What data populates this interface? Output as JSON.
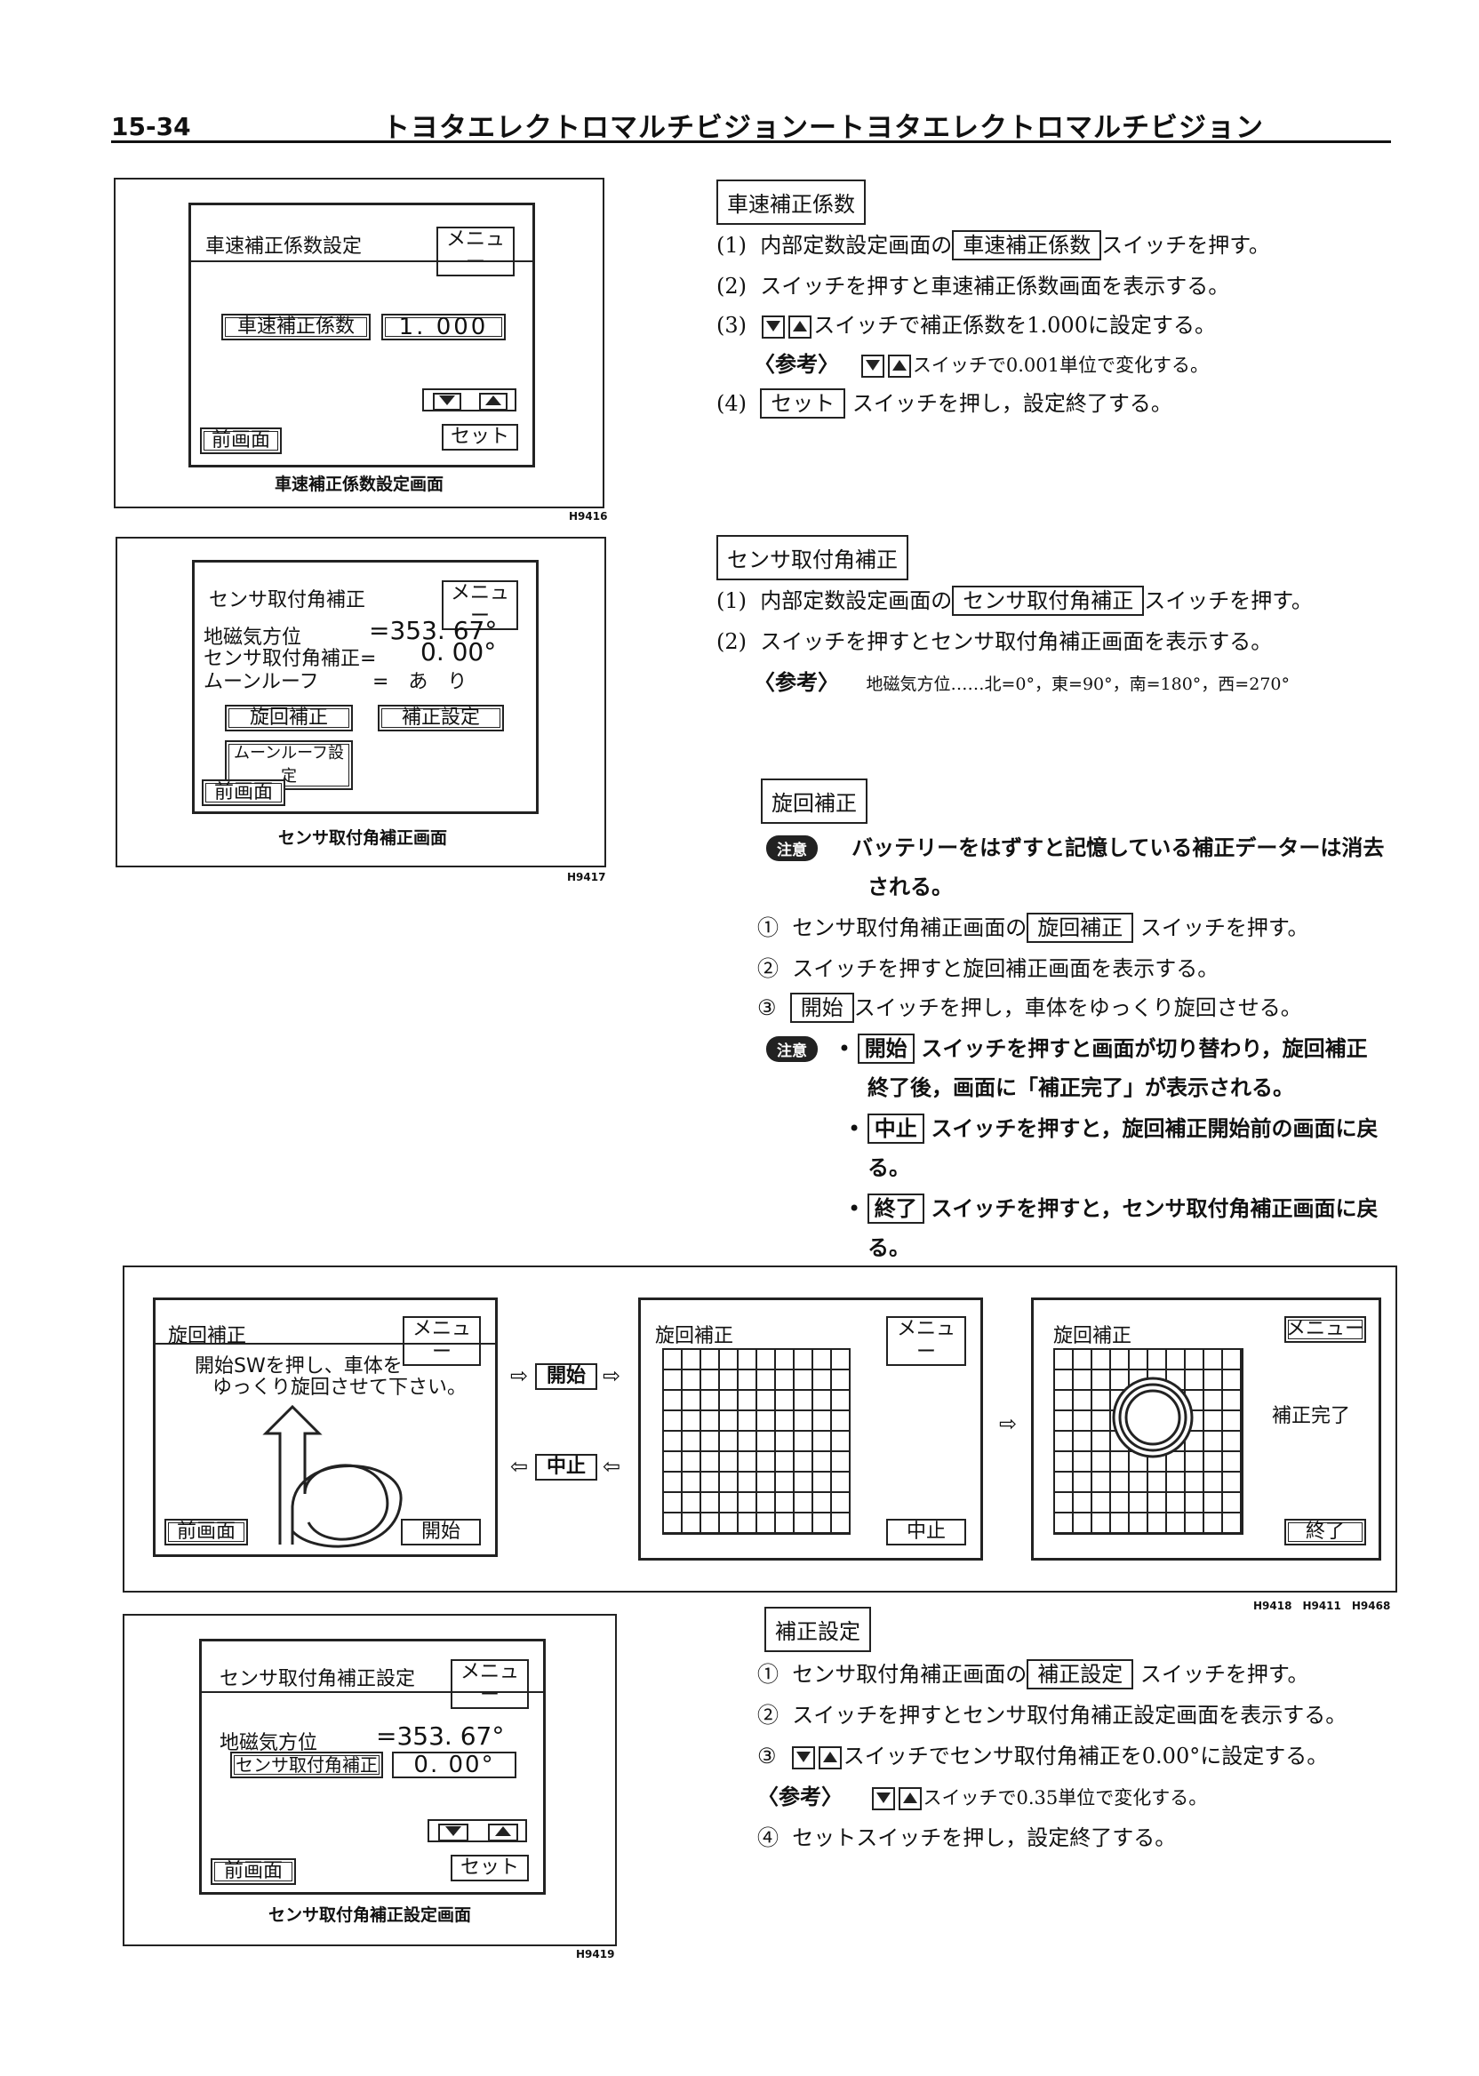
{
  "header": {
    "page_number": "15-34",
    "title": "トヨタエレクトロマルチビジョンートヨタエレクトロマルチビジョン"
  },
  "fig1": {
    "screen_title": "車速補正係数設定",
    "menu_btn": "メニュー",
    "label_btn": "車速補正係数",
    "value": "1. 000",
    "prev_btn": "前画面",
    "set_btn": "セット",
    "caption": "車速補正係数設定画面",
    "code": "H9416"
  },
  "section1": {
    "heading": "車速補正係数",
    "s1_num": "(1)",
    "s1_pre": "内部定数設定画面の",
    "s1_box": "車速補正係数",
    "s1_post": "スイッチを押す。",
    "s2_num": "(2)",
    "s2": "スイッチを押すと車速補正係数画面を表示する。",
    "s3_num": "(3)",
    "s3": "スイッチで補正係数を1.000に設定する。",
    "ref_label": "〈参考〉",
    "ref": "スイッチで0.001単位で変化する。",
    "s4_num": "(4)",
    "s4_box": "セット",
    "s4": "スイッチを押し，設定終了する。"
  },
  "fig2": {
    "screen_title": "センサ取付角補正",
    "menu_btn": "メニュー",
    "row1_label": "地磁気方位",
    "row1_value": "=353. 67°",
    "row2_label": "センサ取付角補正=",
    "row2_value": "0. 00°",
    "row3_label": "ムーンルーフ",
    "row3_value": "=　あ　り",
    "btn_turn": "旋回補正",
    "btn_correct": "補正設定",
    "btn_moonroof": "ムーンルーフ設定",
    "prev_btn": "前画面",
    "caption": "センサ取付角補正画面",
    "code": "H9417"
  },
  "section2": {
    "heading": "センサ取付角補正",
    "s1_num": "(1)",
    "s1_pre": "内部定数設定画面の",
    "s1_box": "センサ取付角補正",
    "s1_post": "スイッチを押す。",
    "s2_num": "(2)",
    "s2": "スイッチを押すとセンサ取付角補正画面を表示する。",
    "ref_label": "〈参考〉",
    "ref": "地磁気方位……北=0°，東=90°，南=180°，西=270°"
  },
  "section3": {
    "heading": "旋回補正",
    "note_label": "注意",
    "note1a": "バッテリーをはずすと記憶している補正データーは消去",
    "note1b": "される。",
    "c1_num": "①",
    "c1_pre": "センサ取付角補正画面の",
    "c1_box": "旋回補正",
    "c1_post": "スイッチを押す。",
    "c2_num": "②",
    "c2": "スイッチを押すと旋回補正画面を表示する。",
    "c3_num": "③",
    "c3_box": "開始",
    "c3": "スイッチを押し，車体をゆっくり旋回させる。",
    "b1_box": "開始",
    "b1a": "スイッチを押すと画面が切り替わり，旋回補正",
    "b1b": "終了後，画面に「補正完了」が表示される。",
    "b2_box": "中止",
    "b2a": "スイッチを押すと，旋回補正開始前の画面に戻",
    "b2b": "る。",
    "b3_box": "終了",
    "b3a": "スイッチを押すと，センサ取付角補正画面に戻",
    "b3b": "る。",
    "bullet": "•"
  },
  "fig3": {
    "screenA_title": "旋回補正",
    "screenA_menu": "メニュー",
    "screenA_msg1": "開始SWを押し、車体を",
    "screenA_msg2": "ゆっくり旋回させて下さい。",
    "screenA_prev": "前画面",
    "screenA_start": "開始",
    "arrow_start": "開始",
    "arrow_stop": "中止",
    "arrow_sym": "⇨",
    "arrow_sym_back": "⇦",
    "screenB_title": "旋回補正",
    "screenB_menu": "メニュー",
    "screenB_stop": "中止",
    "screenC_title": "旋回補正",
    "screenC_menu": "メニュー",
    "screenC_done": "補正完了",
    "screenC_end": "終了",
    "code": "H9418　H9411　H9468"
  },
  "fig4": {
    "screen_title": "センサ取付角補正設定",
    "menu_btn": "メニュー",
    "row1_label": "地磁気方位",
    "row1_value": "=353. 67°",
    "label_btn": "センサ取付角補正",
    "value": "0. 00°",
    "prev_btn": "前画面",
    "set_btn": "セット",
    "caption": "センサ取付角補正設定画面",
    "code": "H9419"
  },
  "section4": {
    "heading": "補正設定",
    "c1_num": "①",
    "c1_pre": "センサ取付角補正画面の",
    "c1_box": "補正設定",
    "c1_post": "スイッチを押す。",
    "c2_num": "②",
    "c2": "スイッチを押すとセンサ取付角補正設定画面を表示する。",
    "c3_num": "③",
    "c3": "スイッチでセンサ取付角補正を0.00°に設定する。",
    "ref_label": "〈参考〉",
    "ref": "スイッチで0.35単位で変化する。",
    "c4_num": "④",
    "c4": "セットスイッチを押し，設定終了する。"
  }
}
